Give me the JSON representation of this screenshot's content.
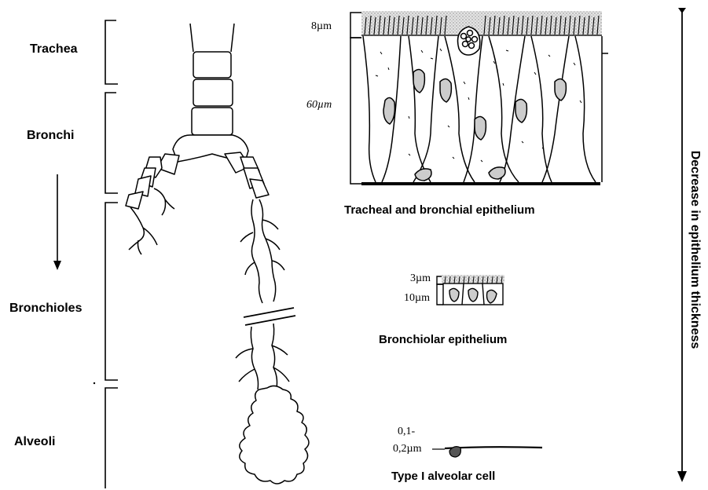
{
  "regions": {
    "trachea": "Trachea",
    "bronchi": "Bronchi",
    "bronchioles": "Bronchioles",
    "alveoli": "Alveoli"
  },
  "epithelia": {
    "tracheal": {
      "caption": "Tracheal and bronchial epithelium",
      "top_measure": "8µm",
      "body_measure": "60µm"
    },
    "bronchiolar": {
      "caption": "Bronchiolar epithelium",
      "top_measure": "3µm",
      "body_measure": "10µm"
    },
    "alveolar": {
      "caption": "Type I alveolar cell",
      "measure_line1": "0,1-",
      "measure_line2": "0,2µm"
    }
  },
  "side_axis": {
    "label": "Decrease in epithelium thickness"
  },
  "colors": {
    "ink": "#000000",
    "stipple": "#c8c8c8",
    "background": "#ffffff"
  }
}
